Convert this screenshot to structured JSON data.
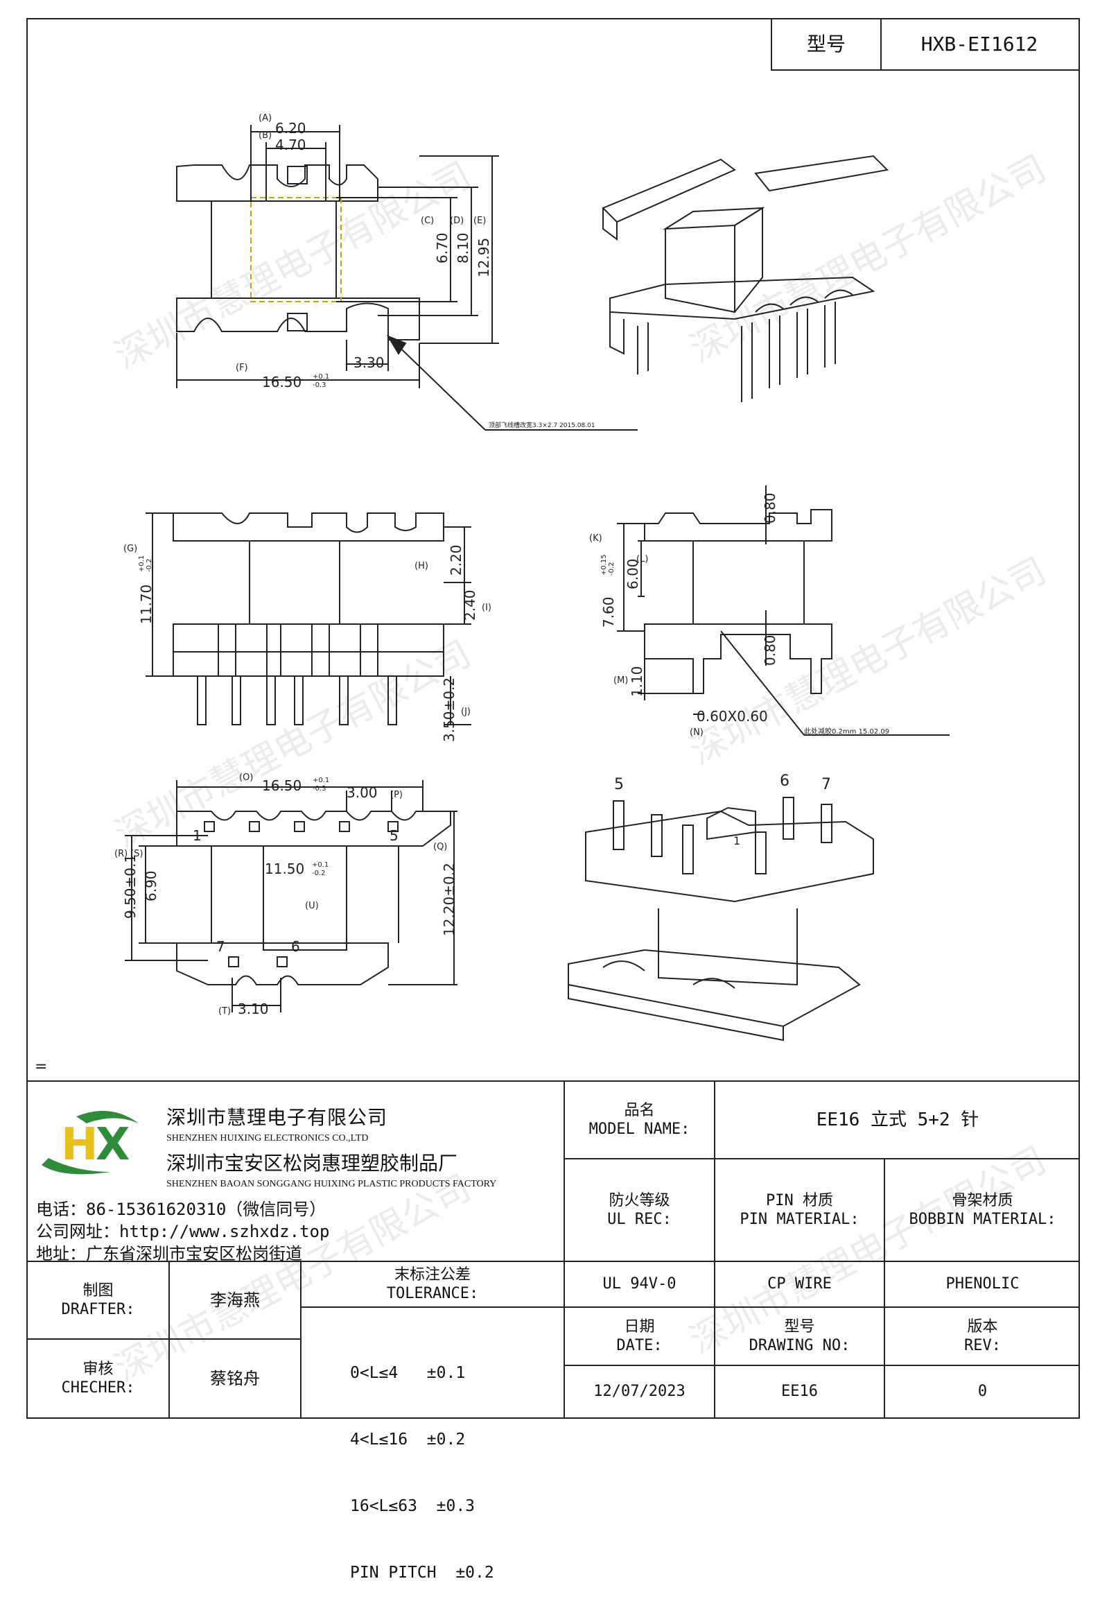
{
  "model_box": {
    "label": "型号",
    "value": "HXB-EI1612"
  },
  "drawing": {
    "views": {
      "top": {
        "labels": {
          "A": "(A)",
          "B": "(B)",
          "C": "(C)",
          "D": "(D)",
          "E": "(E)",
          "F": "(F)"
        },
        "dims": {
          "A": "6.20",
          "B": "4.70",
          "C": "6.70",
          "D": "8.10",
          "E": "12.95",
          "F": "16.50",
          "F_tol_up": "+0.1",
          "F_tol_dn": "-0.3",
          "slot": "3.30"
        },
        "note": "顶部飞线槽改宽3.3×2.7  2015.08.01"
      },
      "front": {
        "labels": {
          "G": "(G)",
          "H": "(H)",
          "I": "(I)",
          "J": "(J)"
        },
        "dims": {
          "G": "11.70",
          "G_tol_up": "+0.1",
          "G_tol_dn": "-0.2",
          "H": "2.20",
          "I": "2.40",
          "J": "3.50±0.2"
        }
      },
      "side": {
        "labels": {
          "K": "(K)",
          "L": "(L)",
          "M": "(M)",
          "N": "(N)"
        },
        "dims": {
          "K": "7.60",
          "K_tol_up": "+0.15",
          "K_tol_dn": "-0.2",
          "L": "6.00",
          "M": "1.10",
          "N": "0.60X0.60",
          "top": "0.80",
          "bottom": "0.80"
        },
        "note": "此处减胶0.2mm  15.02.09"
      },
      "bottom": {
        "labels": {
          "O": "(O)",
          "P": "(P)",
          "Q": "(Q)",
          "R": "(R)",
          "S": "(S)",
          "T": "(T)",
          "U": "(U)"
        },
        "dims": {
          "O": "16.50",
          "O_tol_up": "+0.1",
          "O_tol_dn": "-0.3",
          "P": "3.00",
          "Q": "12.20±0.2",
          "R": "9.50±0.1",
          "S": "6.90",
          "U": "11.50",
          "U_tol_up": "+0.1",
          "U_tol_dn": "-0.2",
          "T": "3.10"
        },
        "pins": [
          "1",
          "5",
          "7",
          "6"
        ]
      },
      "iso_pins": [
        "5",
        "6",
        "7",
        "1"
      ]
    },
    "equals_mark": "="
  },
  "watermark": "深圳市慧理电子有限公司",
  "company": {
    "logo_text": "HX",
    "name_cn": "深圳市慧理电子有限公司",
    "name_en": "SHENZHEN HUIXING ELECTRONICS CO.,LTD",
    "factory_cn": "深圳市宝安区松岗惠理塑胶制品厂",
    "factory_en": "SHENZHEN BAOAN SONGGANG HUIXING PLASTIC PRODUCTS FACTORY",
    "phone": "电话：86-15361620310（微信同号）",
    "website": "公司网址：http://www.szhxdz.top",
    "address": "地址：广东省深圳市宝安区松岗街道"
  },
  "title_block": {
    "model_name_cn": "品名",
    "model_name_en": "MODEL NAME:",
    "model_name_value": "EE16 立式 5+2 针",
    "ul_cn": "防火等级",
    "ul_en": "UL REC:",
    "pin_cn": "PIN 材质",
    "pin_en": "PIN MATERIAL:",
    "bobbin_cn": "骨架材质",
    "bobbin_en": "BOBBIN MATERIAL:",
    "ul_value": "UL 94V-0",
    "pin_value": "CP WIRE",
    "bobbin_value": "PHENOLIC",
    "drafter_cn": "制图",
    "drafter_en": "DRAFTER:",
    "drafter_name": "李海燕",
    "checker_cn": "审核",
    "checker_en": "CHECHER:",
    "checker_name": "蔡铭舟",
    "tolerance_cn": "末标注公差",
    "tolerance_en": "TOLERANCE:",
    "tolerance_lines": [
      "0<L≤4   ±0.1",
      "4<L≤16  ±0.2",
      "16<L≤63  ±0.3",
      "PIN PITCH  ±0.2"
    ],
    "date_cn": "日期",
    "date_en": "DATE:",
    "drawing_cn": "型号",
    "drawing_en": "DRAWING NO:",
    "rev_cn": "版本",
    "rev_en": "REV:",
    "date_value": "12/07/2023",
    "drawing_value": "EE16",
    "rev_value": "0"
  },
  "colors": {
    "logo_green": "#2e8b3a",
    "logo_yellow": "#e8c21a",
    "line": "#222222"
  }
}
